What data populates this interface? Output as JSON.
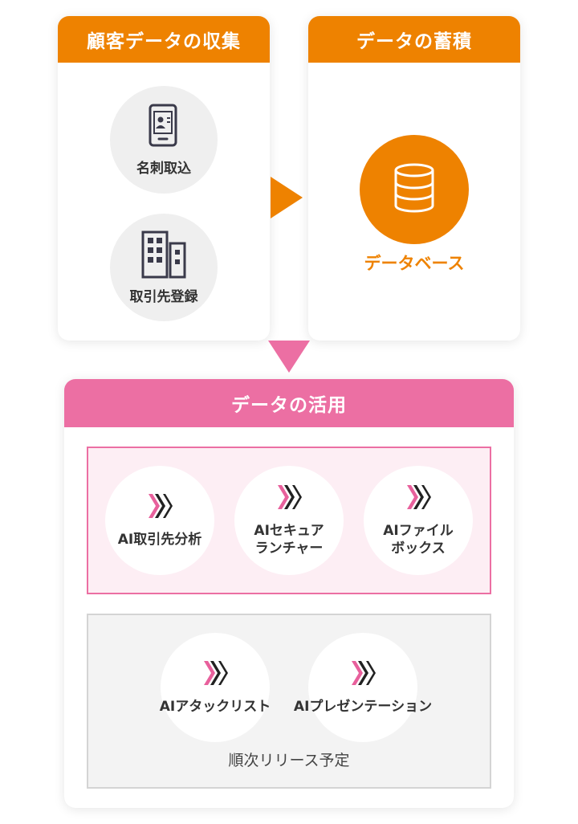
{
  "collect": {
    "title": "顧客データの収集",
    "items": [
      {
        "label": "名刺取込",
        "icon": "business-card-phone-icon"
      },
      {
        "label": "取引先登録",
        "icon": "building-icon"
      }
    ]
  },
  "store": {
    "title": "データの蓄積",
    "db_label": "データベース",
    "icon": "database-icon"
  },
  "use": {
    "title": "データの活用",
    "available": [
      {
        "label": "AI取引先分析",
        "icon": "x-logo-icon"
      },
      {
        "label": "AIセキュア\nランチャー",
        "icon": "x-logo-icon"
      },
      {
        "label": "AIファイル\nボックス",
        "icon": "x-logo-icon"
      }
    ],
    "upcoming": [
      {
        "label": "AIアタックリスト",
        "icon": "x-logo-icon"
      },
      {
        "label": "AIプレゼンテーション",
        "icon": "x-logo-icon"
      }
    ],
    "upcoming_note": "順次リリース予定"
  },
  "colors": {
    "orange": "#ee8200",
    "pink": "#ec6fa3",
    "gray": "#efefef",
    "icon_dark": "#3a3a4a"
  }
}
